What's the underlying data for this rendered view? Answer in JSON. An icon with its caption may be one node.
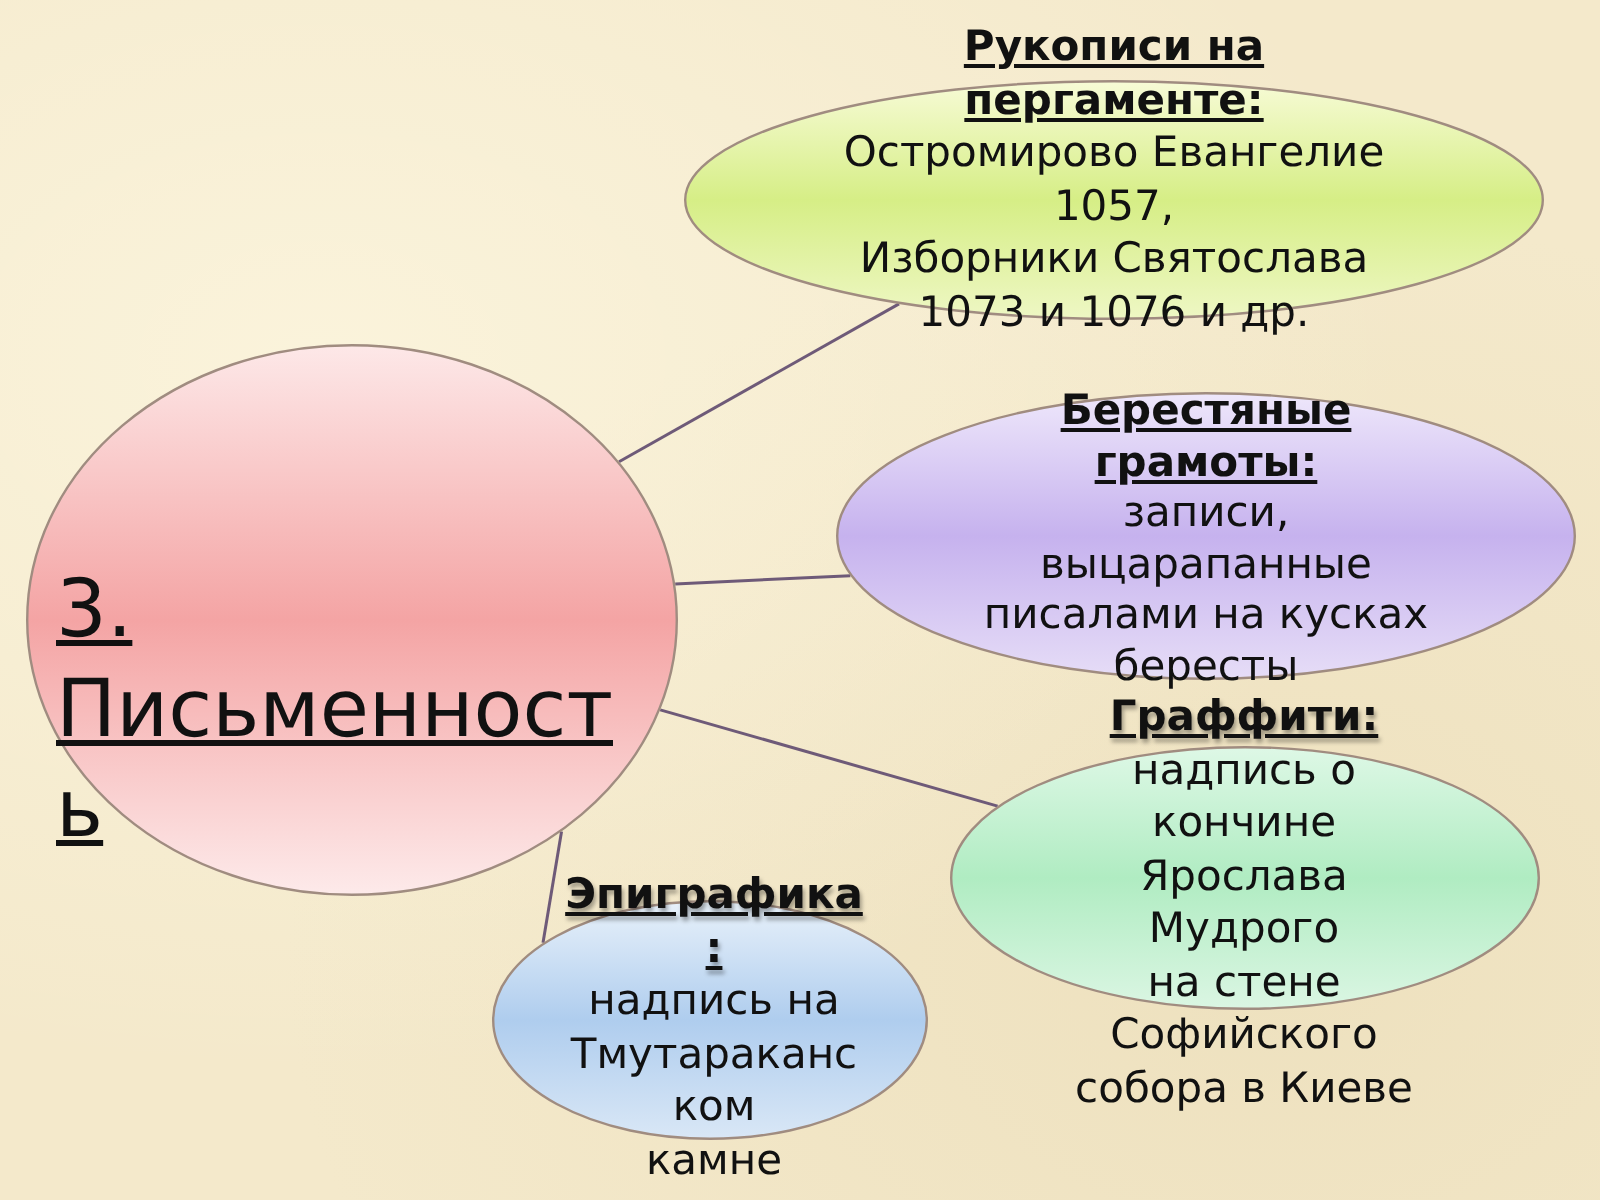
{
  "diagram": {
    "nodes": [
      {
        "text": [
          "3. Письменность"
        ]
      },
      {
        "text": [
          "Рукописи на пергаменте:",
          "Остромирово Евангелие 1057,",
          "Изборники Святослава 1073 и 1076 и др."
        ]
      },
      {
        "text": [
          "Берестяные грамоты:",
          "записи, выцарапанные писалами на кусках бересты"
        ]
      },
      {
        "text": [
          "Граффити:",
          "надпись о кончине Ярослава Мудрого на стене Софийского собора в Киеве"
        ]
      },
      {
        "text": [
          "Эпиграфика:",
          "надпись на Тмутараканском камне"
        ]
      }
    ],
    "edges": [
      {
        "from": 0,
        "to": 1,
        "arrow": "none"
      },
      {
        "from": 0,
        "to": 2,
        "arrow": "none"
      },
      {
        "from": 0,
        "to": 3,
        "arrow": "none"
      },
      {
        "from": 0,
        "to": 4,
        "arrow": "none"
      }
    ]
  }
}
